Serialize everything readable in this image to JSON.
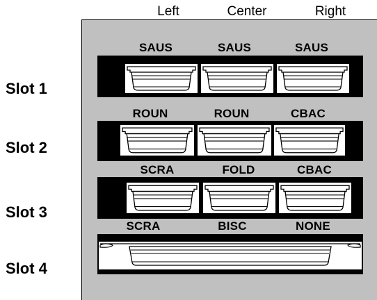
{
  "columns": [
    "Left",
    "Center",
    "Right"
  ],
  "slots": [
    {
      "label": "Slot 1",
      "pans": [
        "SAUS",
        "SAUS",
        "SAUS"
      ]
    },
    {
      "label": "Slot 2",
      "pans": [
        "ROUN",
        "ROUN",
        "CBAC"
      ]
    },
    {
      "label": "Slot 3",
      "pans": [
        "SCRA",
        "FOLD",
        "CBAC"
      ]
    },
    {
      "label": "Slot 4",
      "pans": [
        "SCRA",
        "BISC",
        "NONE"
      ]
    }
  ],
  "colors": {
    "cabinet": "#c0c0c0",
    "rack": "#000000",
    "pan": "#ffffff"
  }
}
